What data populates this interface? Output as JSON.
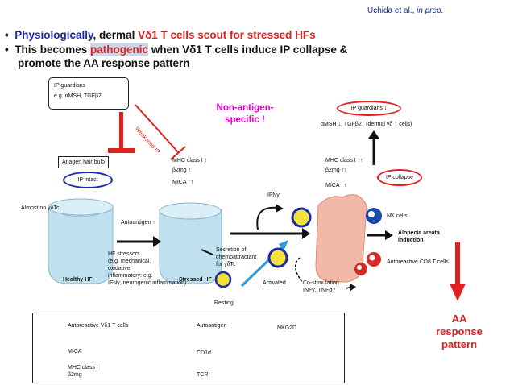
{
  "citation": {
    "authors": "Uchida et al., ",
    "note": "in prep."
  },
  "bullets": [
    {
      "marker": "•",
      "prefix": "Physiologically",
      "rest_a": ", dermal ",
      "v": "Vδ1 T cells scout for stressed HFs"
    },
    {
      "marker": "•",
      "prefix": "This becomes ",
      "pathogenic": "pathogenic",
      "rest_a": " when Vδ1 T cells induce IP collapse &"
    },
    {
      "line3": "promote the AA  response pattern"
    }
  ],
  "non_antigen": "Non-antigen-\nspecific !",
  "ip_guardians_box": {
    "title": "IP guardians",
    "sub": "e.g. αMSH, TGFβ2"
  },
  "weakened_ip": "Weakened IP",
  "anagen": "Anagen hair bulb",
  "ip_intact": "IP intact",
  "almost_no": "Almost no γδTc",
  "autoantigen_up": "Autoantigen ↑",
  "mhc1_up": "MHC class I ↑",
  "b2mg_up": "β2mg ↑",
  "mica_up2": "MICA ↑↑",
  "mhc1_up2": "MHC class I ↑↑",
  "b2mg_up2": "β2mg ↑↑",
  "mica_up2b": "MICA ↑↑",
  "ip_guardians_down": "IP guardians ↓",
  "amsh_down": "αMSH ↓, TGFβ2↓ (dermal γδ T cells)",
  "ip_collapse": "IP collapse",
  "ifng": "IFNγ",
  "nk": "NK cells",
  "alopecia": "Alopecia areata\ninduction",
  "cd8": "Autoreactive CD8 T cells",
  "costim": "Co-stimulation\nINFγ, TNFα?",
  "healthy": "Healthy HF",
  "stressed": "Stressed HF",
  "hf_stressors": "HF stressors\n(e.g. mechanical,\n oxidative,\n inflammatory: e.g.\n IFNγ, neurogenic inflammation)",
  "secretion": "Secretion of\nchemoattractant\nfor γδTc",
  "activated": "Activated",
  "resting": "Resting",
  "legend": [
    {
      "label": "Autoreactive Vδ1 T cells"
    },
    {
      "label": "Autoantigen"
    },
    {
      "label": "NKG2D"
    },
    {
      "label": "MICA"
    },
    {
      "label": "CD1d"
    },
    {
      "label": "MHC class I\nβ2mg"
    },
    {
      "label": "TCR"
    }
  ],
  "aa_pattern": "AA\nresponse\npattern",
  "colors": {
    "blue": "#1a2aa8",
    "red": "#e02020",
    "magenta": "#e000c8",
    "follicle": "#bfe0ee",
    "skinpink": "#f2b9a8"
  }
}
